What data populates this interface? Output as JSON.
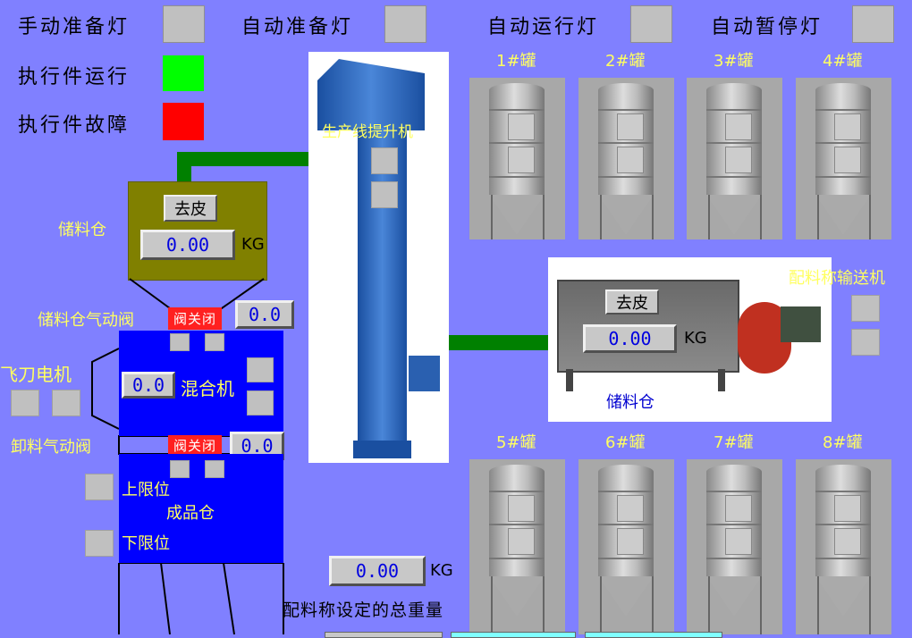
{
  "lamps": {
    "manual_ready": "手动准备灯",
    "auto_ready": "自动准备灯",
    "auto_run": "自动运行灯",
    "auto_pause": "自动暂停灯",
    "actuator_run": "执行件运行",
    "actuator_fault": "执行件故障"
  },
  "colors": {
    "background": "#8080ff",
    "run": "#00ff00",
    "fault": "#ff0000",
    "pipe": "#008000",
    "mixer": "#0000ff",
    "bin": "#808000"
  },
  "elevator": {
    "label": "生产线提升机"
  },
  "storage_bin": {
    "label": "储料仓",
    "tare": "去皮",
    "weight": "0.00",
    "unit": "KG"
  },
  "bin_valve": {
    "label": "储料仓气动阀",
    "state": "阀关闭",
    "value": "0.0"
  },
  "mixer": {
    "label": "混合机",
    "value": "0.0",
    "knife_label": "飞刀电机"
  },
  "discharge_valve": {
    "label": "卸料气动阀",
    "state": "阀关闭",
    "value": "0.0"
  },
  "product_bin": {
    "label": "成品仓",
    "upper": "上限位",
    "lower": "下限位"
  },
  "conveyor": {
    "label": "配料称输送机",
    "bin_label": "储料仓",
    "tare": "去皮",
    "weight": "0.00",
    "unit": "KG"
  },
  "total": {
    "label": "配料称设定的总重量",
    "weight": "0.00",
    "unit": "KG"
  },
  "tanks": [
    "1#罐",
    "2#罐",
    "3#罐",
    "4#罐",
    "5#罐",
    "6#罐",
    "7#罐",
    "8#罐"
  ]
}
